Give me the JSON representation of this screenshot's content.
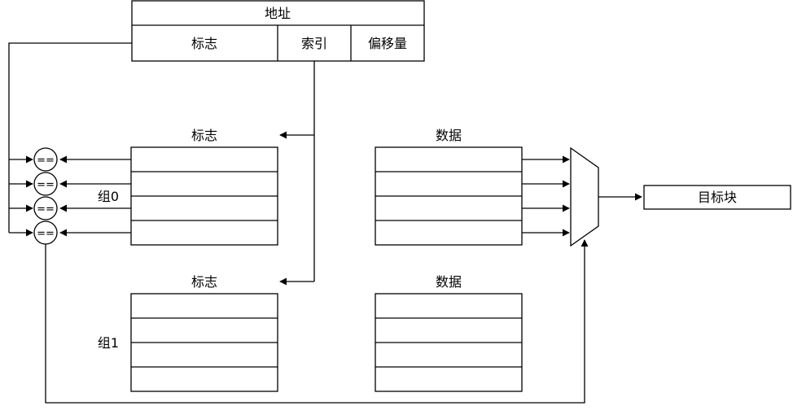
{
  "address": {
    "title": "地址",
    "tag": "标志",
    "index": "索引",
    "offset": "偏移量"
  },
  "set0": {
    "label": "组0",
    "tag_title": "标志",
    "data_title": "数据"
  },
  "set1": {
    "label": "组1",
    "tag_title": "标志",
    "data_title": "数据"
  },
  "comparator_symbol": "==",
  "output_label": "目标块",
  "colors": {
    "stroke": "#000000",
    "background": "#ffffff"
  }
}
